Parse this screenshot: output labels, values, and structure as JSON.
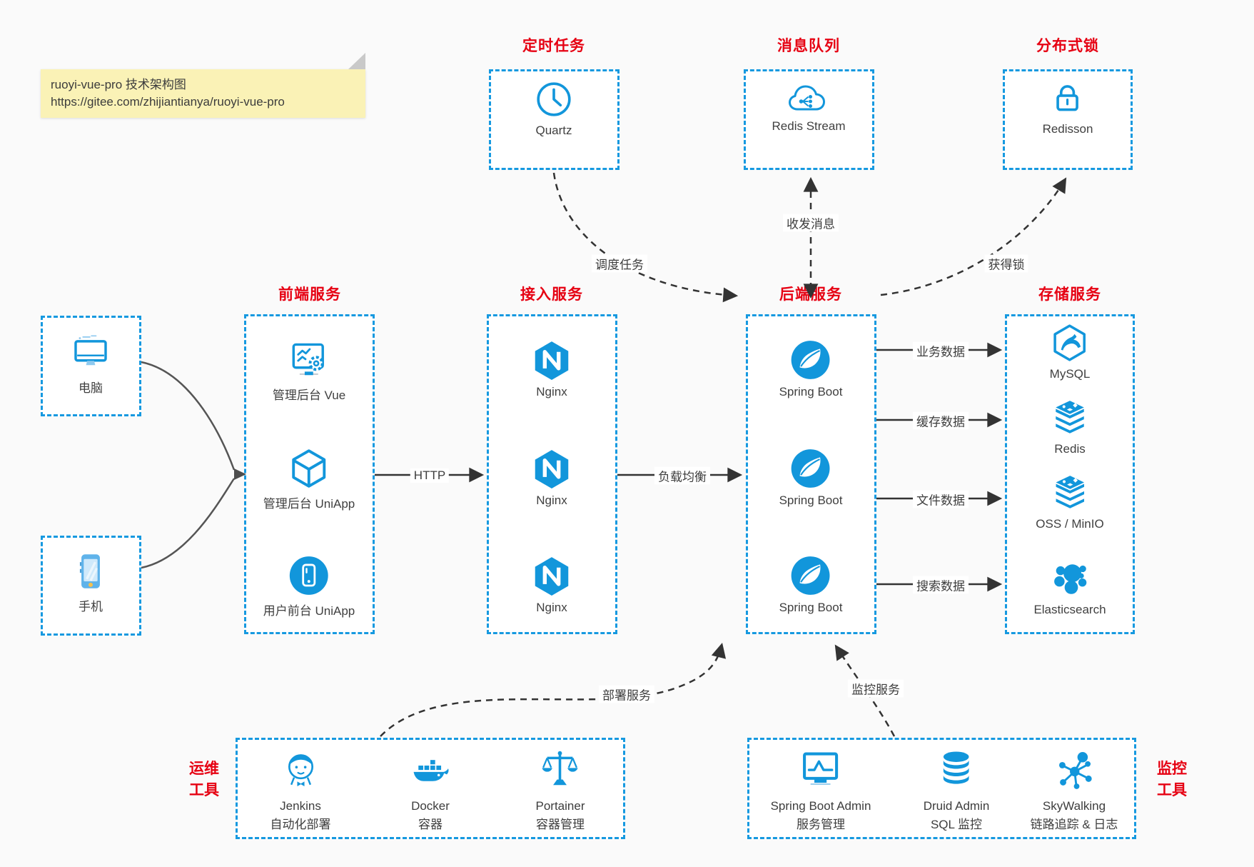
{
  "colors": {
    "accent_blue": "#1699e0",
    "icon_blue": "#1296db",
    "title_red": "#e60012",
    "arrow_dark": "#333333",
    "note_bg": "#faf2b6"
  },
  "note": {
    "line1": "ruoyi-vue-pro 技术架构图",
    "line2": "https://gitee.com/zhijiantianya/ruoyi-vue-pro"
  },
  "top_groups": [
    {
      "title": "定时任务",
      "node": {
        "icon": "clock-icon",
        "label": "Quartz"
      }
    },
    {
      "title": "消息队列",
      "node": {
        "icon": "redis-stream-cloud-icon",
        "label": "Redis Stream"
      }
    },
    {
      "title": "分布式锁",
      "node": {
        "icon": "lock-icon",
        "label": "Redisson"
      }
    }
  ],
  "clients": [
    {
      "icon": "computer-icon",
      "label": "电脑"
    },
    {
      "icon": "smartphone-icon",
      "label": "手机"
    }
  ],
  "columns": [
    {
      "title": "前端服务",
      "items": [
        {
          "icon": "admin-vue-icon",
          "label": "管理后台 Vue"
        },
        {
          "icon": "uniapp-cube-icon",
          "label": "管理后台 UniApp"
        },
        {
          "icon": "user-uniapp-icon",
          "label": "用户前台 UniApp"
        }
      ]
    },
    {
      "title": "接入服务",
      "items": [
        {
          "icon": "nginx-icon",
          "label": "Nginx"
        },
        {
          "icon": "nginx-icon",
          "label": "Nginx"
        },
        {
          "icon": "nginx-icon",
          "label": "Nginx"
        }
      ]
    },
    {
      "title": "后端服务",
      "items": [
        {
          "icon": "spring-boot-icon",
          "label": "Spring Boot"
        },
        {
          "icon": "spring-boot-icon",
          "label": "Spring Boot"
        },
        {
          "icon": "spring-boot-icon",
          "label": "Spring Boot"
        }
      ]
    },
    {
      "title": "存储服务",
      "items": [
        {
          "icon": "mysql-icon",
          "label": "MySQL"
        },
        {
          "icon": "redis-icon",
          "label": "Redis"
        },
        {
          "icon": "oss-minio-icon",
          "label": "OSS / MinIO"
        },
        {
          "icon": "elasticsearch-icon",
          "label": "Elasticsearch"
        }
      ]
    }
  ],
  "bottom_groups": [
    {
      "side_title": [
        "运维",
        "工具"
      ],
      "items": [
        {
          "icon": "jenkins-icon",
          "label": "Jenkins",
          "sublabel": "自动化部署"
        },
        {
          "icon": "docker-icon",
          "label": "Docker",
          "sublabel": "容器"
        },
        {
          "icon": "portainer-icon",
          "label": "Portainer",
          "sublabel": "容器管理"
        }
      ]
    },
    {
      "side_title": [
        "监控",
        "工具"
      ],
      "items": [
        {
          "icon": "spring-boot-admin-icon",
          "label": "Spring Boot Admin",
          "sublabel": "服务管理"
        },
        {
          "icon": "druid-icon",
          "label": "Druid Admin",
          "sublabel": "SQL 监控"
        },
        {
          "icon": "skywalking-icon",
          "label": "SkyWalking",
          "sublabel": "链路追踪 & 日志"
        }
      ]
    }
  ],
  "edges": {
    "http": "HTTP",
    "load_balance": "负载均衡",
    "schedule": "调度任务",
    "messages": "收发消息",
    "lock": "获得锁",
    "business": "业务数据",
    "cache": "缓存数据",
    "file": "文件数据",
    "search": "搜索数据",
    "deploy": "部署服务",
    "monitor": "监控服务"
  }
}
